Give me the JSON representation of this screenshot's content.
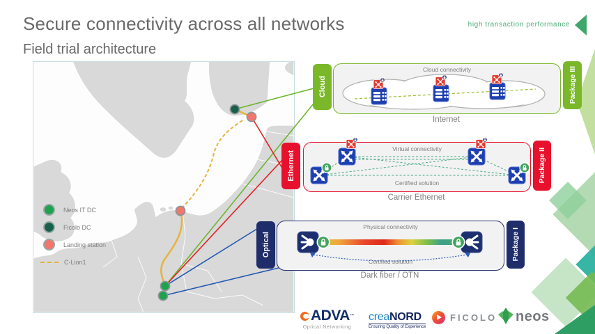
{
  "slide": {
    "title": "Secure connectivity across all networks",
    "subtitle": "Field trial architecture",
    "tagline": "high transaction performance"
  },
  "map": {
    "legend": [
      {
        "label": "Neos IT DC",
        "color": "#1fa24e"
      },
      {
        "label": "Ficolo DC",
        "color": "#17614a"
      },
      {
        "label": "Landing station",
        "color": "#f4756b"
      },
      {
        "label": "C-Lion1",
        "color": "#e5b33c"
      }
    ]
  },
  "packages": [
    {
      "left_tab": "Cloud",
      "right_tab": "Package III",
      "top_label": "Cloud connectivity",
      "caption": "Internet",
      "color": "#7ab829"
    },
    {
      "left_tab": "Ethernet",
      "right_tab": "Package II",
      "top_label": "Virtual connectivity",
      "bottom_label": "Certified solution",
      "caption": "Carrier Ethernet",
      "color": "#e8112d"
    },
    {
      "left_tab": "Optical",
      "right_tab": "Package I",
      "top_label": "Physical connectivity",
      "bottom_label": "Certified solution",
      "caption": "Dark fiber / OTN",
      "color": "#1f2d6b"
    }
  ],
  "logos": {
    "adva": {
      "name": "ADVA",
      "tm": "™",
      "subtext": "Optical Networking"
    },
    "creanord": {
      "name_part1": "crea",
      "name_part2": "NORD",
      "subtext": "Ensuring Quality of Experience"
    },
    "ficolo": {
      "name": "FICOLO"
    },
    "neos": {
      "name": "neos"
    }
  }
}
